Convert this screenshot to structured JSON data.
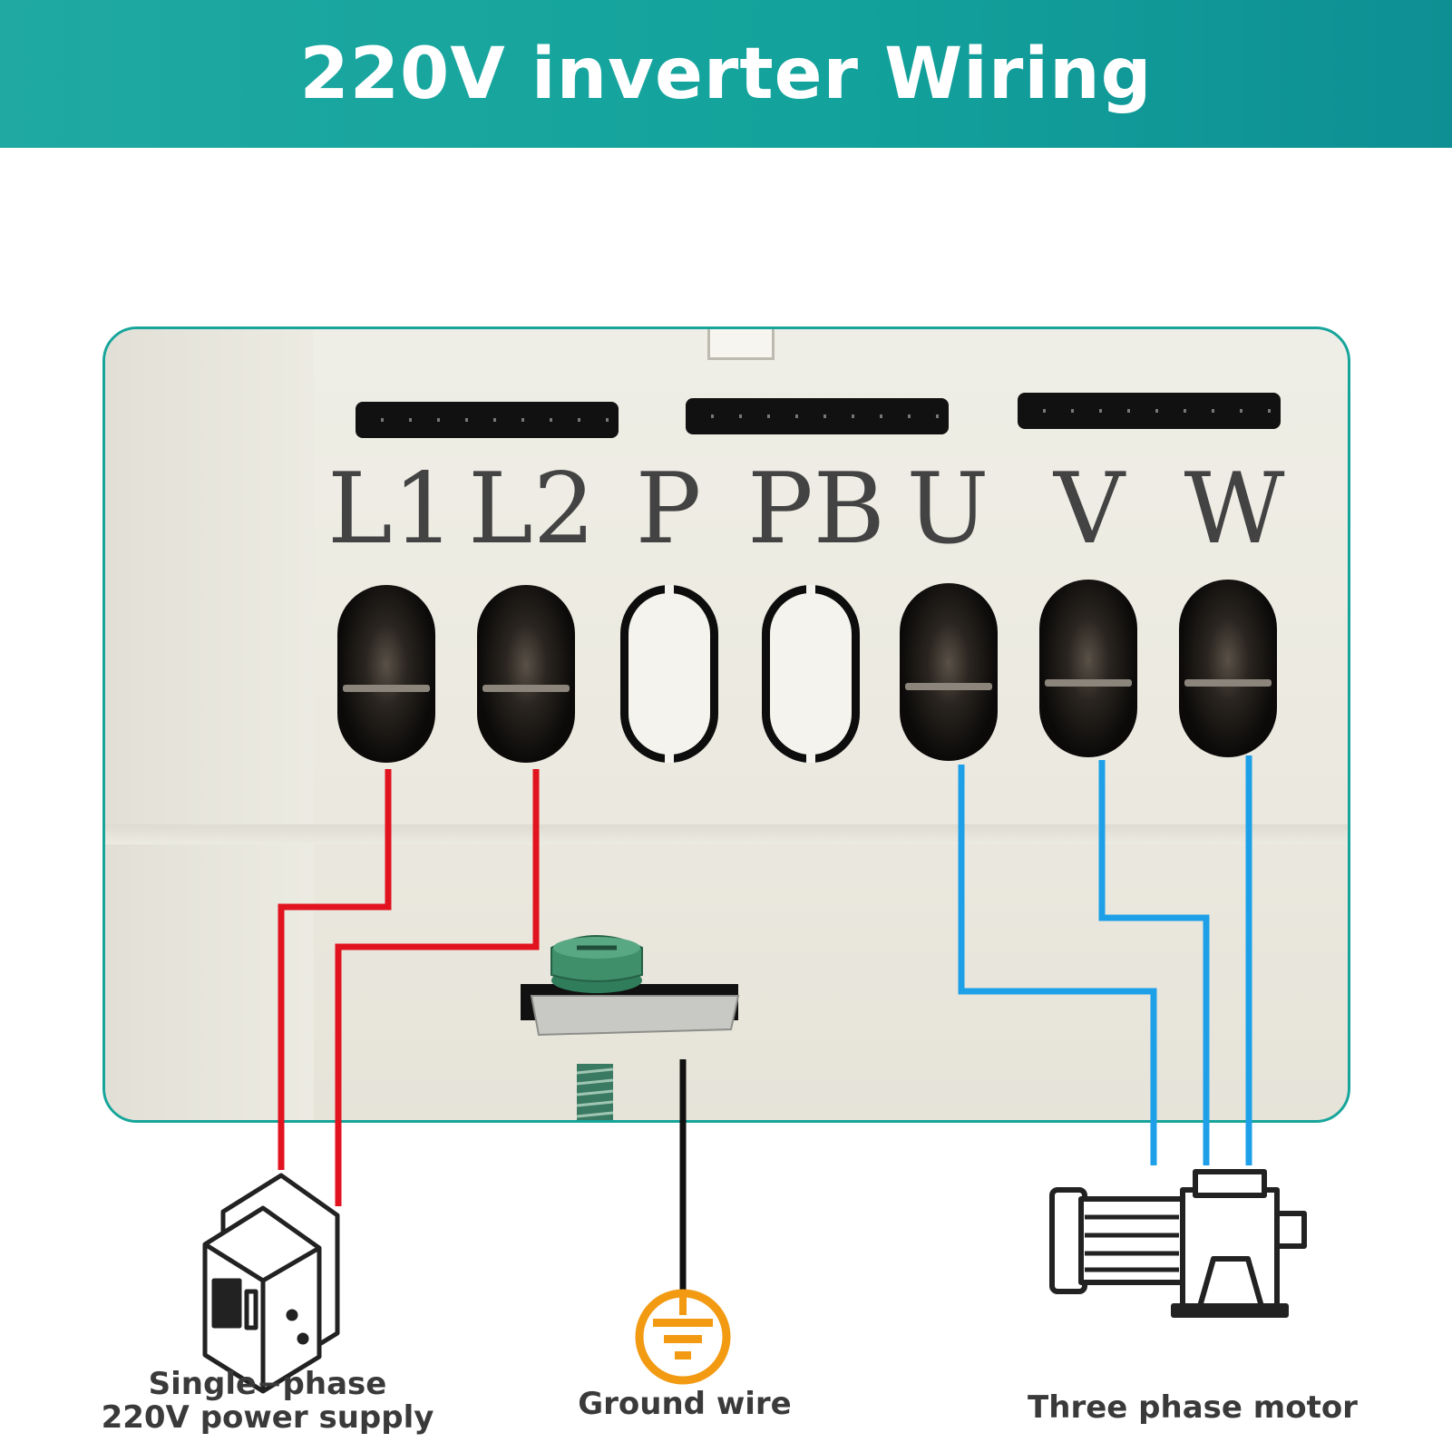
{
  "header": {
    "title": "220V inverter Wiring"
  },
  "terminals": [
    {
      "id": "l1",
      "label": "L1",
      "type": "filled"
    },
    {
      "id": "l2",
      "label": "L2",
      "type": "filled"
    },
    {
      "id": "p",
      "label": "P",
      "type": "empty"
    },
    {
      "id": "pb",
      "label": "PB",
      "type": "empty"
    },
    {
      "id": "u",
      "label": "U",
      "type": "filled"
    },
    {
      "id": "v",
      "label": "V",
      "type": "filled"
    },
    {
      "id": "w",
      "label": "W",
      "type": "filled"
    }
  ],
  "captions": {
    "power_line1": "Single−phase",
    "power_line2": "220V power supply",
    "ground": "Ground wire",
    "motor": "Three phase motor"
  },
  "colors": {
    "header": "#15a59d",
    "panel_border": "#17a59b",
    "power_wire": "#e1131f",
    "motor_wire": "#1ea0e8",
    "ground_wire": "#111111",
    "ground_symbol": "#f29a12"
  },
  "icons": {
    "breaker": "circuit-breaker-icon",
    "ground": "ground-symbol-icon",
    "motor": "motor-icon"
  }
}
